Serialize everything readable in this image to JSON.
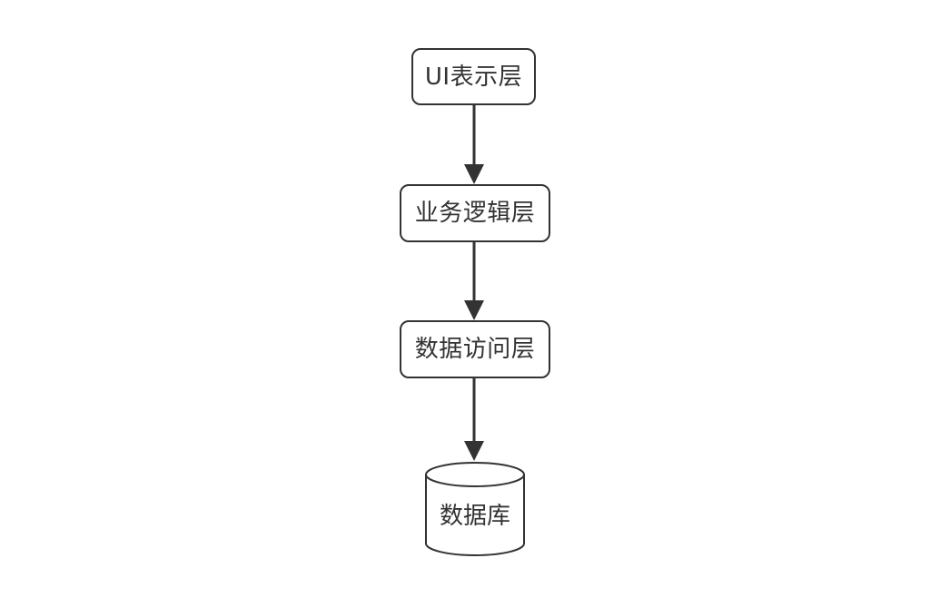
{
  "diagram": {
    "type": "flowchart",
    "direction": "top-down",
    "nodes": [
      {
        "id": "ui-layer",
        "label": "UI表示层",
        "shape": "rounded-rect"
      },
      {
        "id": "business-layer",
        "label": "业务逻辑层",
        "shape": "rounded-rect"
      },
      {
        "id": "data-access",
        "label": "数据访问层",
        "shape": "rounded-rect"
      },
      {
        "id": "database",
        "label": "数据库",
        "shape": "cylinder"
      }
    ],
    "edges": [
      {
        "from": "ui-layer",
        "to": "business-layer",
        "style": "solid-arrow"
      },
      {
        "from": "business-layer",
        "to": "data-access",
        "style": "solid-arrow"
      },
      {
        "from": "data-access",
        "to": "database",
        "style": "solid-arrow"
      }
    ],
    "colors": {
      "stroke": "#333333",
      "text": "#333333",
      "node_fill": "#ffffff",
      "background": "#ffffff"
    }
  }
}
